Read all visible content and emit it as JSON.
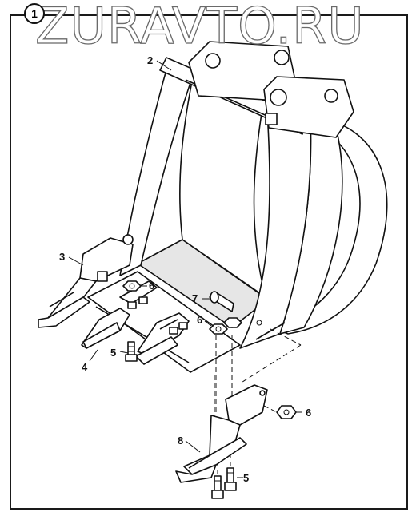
{
  "watermark": "ZURAVTO.RU",
  "figure_number": "1",
  "callouts": [
    {
      "id": "c2",
      "label": "2"
    },
    {
      "id": "c3",
      "label": "3"
    },
    {
      "id": "c4",
      "label": "4"
    },
    {
      "id": "c5a",
      "label": "5"
    },
    {
      "id": "c5b",
      "label": "5"
    },
    {
      "id": "c6a",
      "label": "6"
    },
    {
      "id": "c6b",
      "label": "6"
    },
    {
      "id": "c6c",
      "label": "6"
    },
    {
      "id": "c7",
      "label": "7"
    },
    {
      "id": "c8",
      "label": "8"
    }
  ]
}
